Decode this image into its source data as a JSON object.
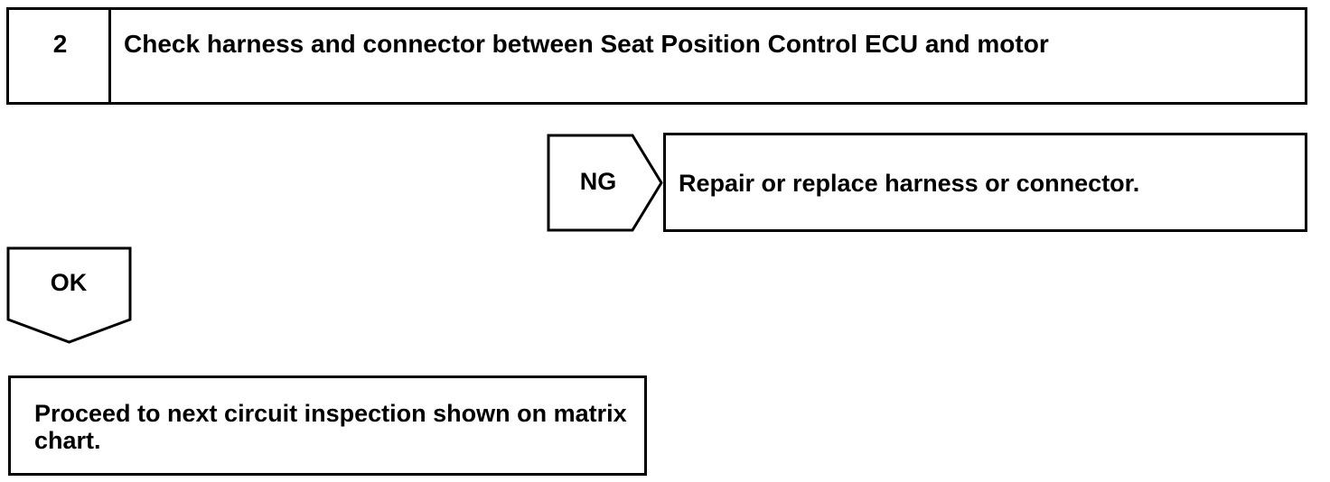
{
  "step": {
    "number": "2",
    "title": "Check harness and connector between Seat Position Control ECU and motor"
  },
  "ng_branch": {
    "label": "NG",
    "result": "Repair or replace harness or connector."
  },
  "ok_branch": {
    "label": "OK",
    "result": "Proceed to next circuit inspection shown on matrix chart."
  }
}
